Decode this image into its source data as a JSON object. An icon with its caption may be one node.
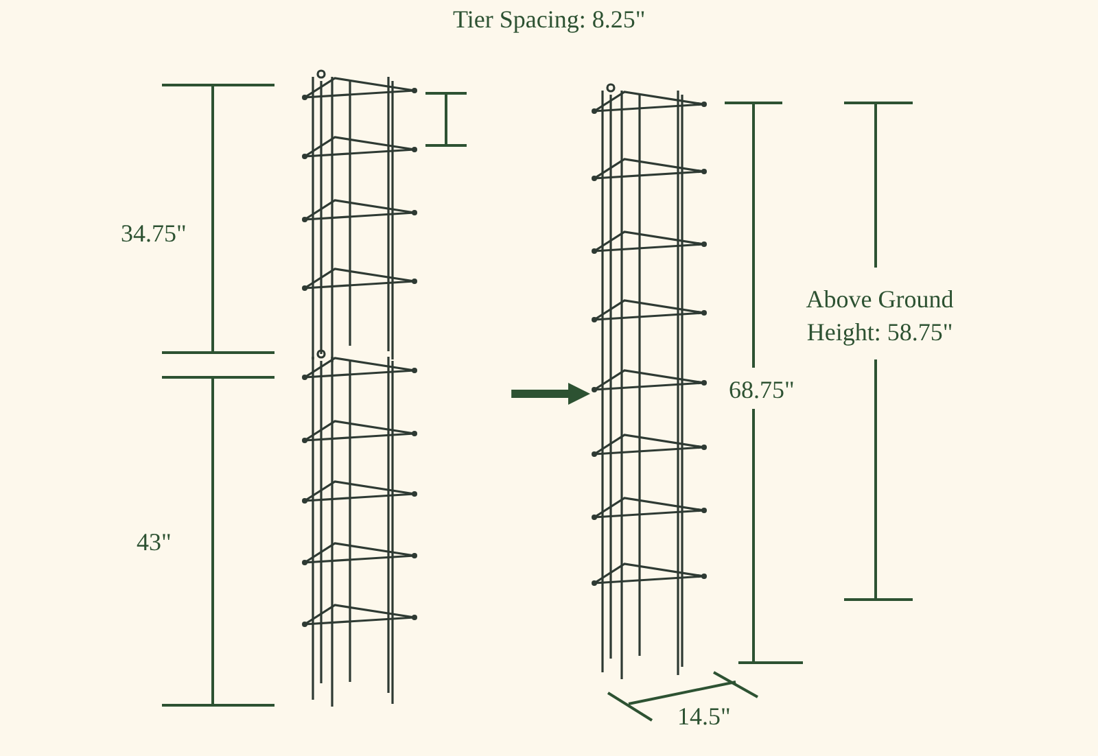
{
  "diagram": {
    "nodes": [
      {
        "text": [],
        "shape": "picture"
      },
      {
        "text": [],
        "shape": "picture"
      },
      {
        "text": [],
        "shape": "picture"
      }
    ],
    "edges": [
      {
        "from": 1,
        "to": 2,
        "arrow": "to"
      }
    ],
    "labels": [
      "Tier Spacing: 8.25\"",
      "34.75\"",
      "43\"",
      "68.75\"",
      "Above Ground Height: 58.75\"",
      "14.5\""
    ]
  }
}
